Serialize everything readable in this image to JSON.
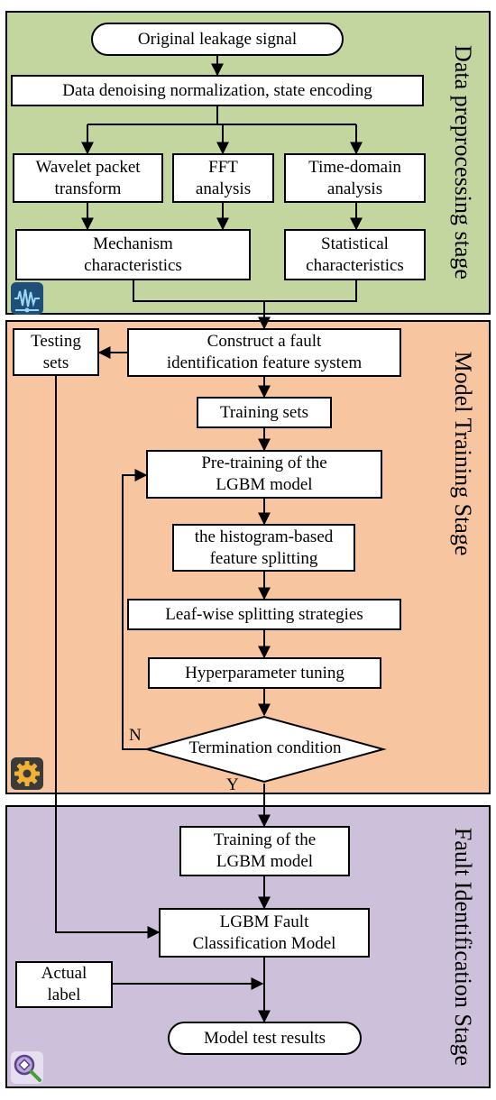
{
  "stages": [
    {
      "label": "Data preprocessing stage",
      "fill": "#c4d6a0",
      "icon": "waveform-icon"
    },
    {
      "label": "Model Training Stage",
      "fill": "#f7c6a0",
      "icon": "gear-icon"
    },
    {
      "label": "Fault Identification Stage",
      "fill": "#ccc0da",
      "icon": "magnifier-icon"
    }
  ],
  "nodes": {
    "original": "Original leakage signal",
    "denoise": "Data denoising normalization, state encoding",
    "wavelet": "Wavelet packet\ntransform",
    "fft": "FFT\nanalysis",
    "timedomain": "Time-domain\nanalysis",
    "mechanism": "Mechanism\ncharacteristics",
    "statistical": "Statistical\ncharacteristics",
    "construct": "Construct a fault\nidentification feature system",
    "testing": "Testing\nsets",
    "training_sets": "Training sets",
    "pretraining": "Pre-training of the\nLGBM model",
    "histogram": "the histogram-based\nfeature splitting",
    "leafwise": "Leaf-wise splitting strategies",
    "hyper": "Hyperparameter tuning",
    "termination": "Termination condition",
    "training_lgbm": "Training of the\nLGBM model",
    "classification": "LGBM Fault\nClassification Model",
    "actual": "Actual\nlabel",
    "results": "Model test results"
  },
  "branch_labels": {
    "no": "N",
    "yes": "Y"
  }
}
